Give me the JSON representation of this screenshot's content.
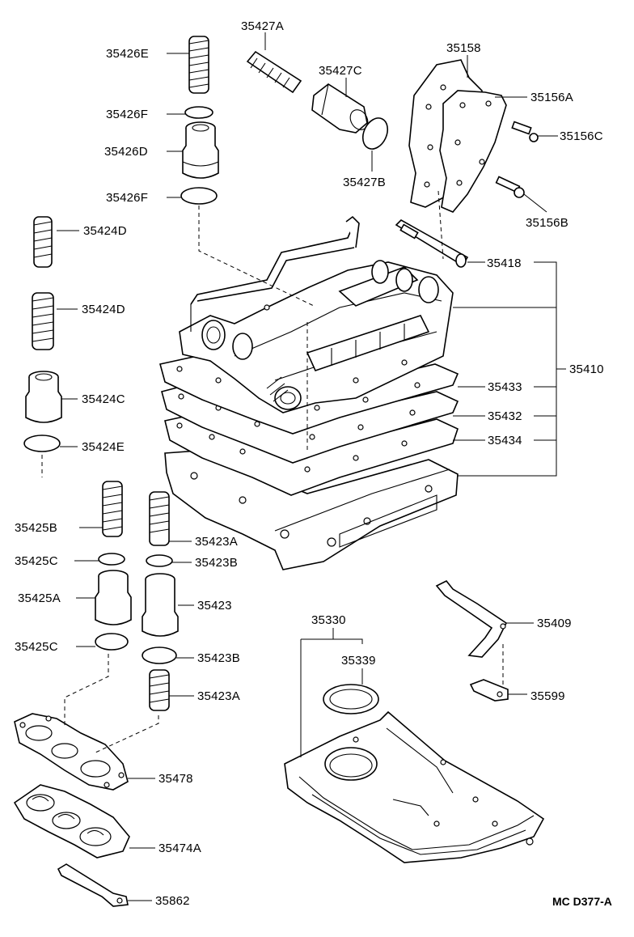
{
  "diagram": {
    "drawing_code": "MC D377-A",
    "labels": [
      {
        "id": "35427A",
        "text": "35427A"
      },
      {
        "id": "35426E",
        "text": "35426E"
      },
      {
        "id": "35427C",
        "text": "35427C"
      },
      {
        "id": "35158",
        "text": "35158"
      },
      {
        "id": "35156A",
        "text": "35156A"
      },
      {
        "id": "35426F-top",
        "text": "35426F"
      },
      {
        "id": "35156C",
        "text": "35156C"
      },
      {
        "id": "35426D",
        "text": "35426D"
      },
      {
        "id": "35427B",
        "text": "35427B"
      },
      {
        "id": "35426F-bottom",
        "text": "35426F"
      },
      {
        "id": "35156B",
        "text": "35156B"
      },
      {
        "id": "35424D-top",
        "text": "35424D"
      },
      {
        "id": "35418",
        "text": "35418"
      },
      {
        "id": "35424D-bottom",
        "text": "35424D"
      },
      {
        "id": "35410",
        "text": "35410"
      },
      {
        "id": "35433",
        "text": "35433"
      },
      {
        "id": "35424C",
        "text": "35424C"
      },
      {
        "id": "35432",
        "text": "35432"
      },
      {
        "id": "35434",
        "text": "35434"
      },
      {
        "id": "35424E",
        "text": "35424E"
      },
      {
        "id": "35425B",
        "text": "35425B"
      },
      {
        "id": "35423A-top",
        "text": "35423A"
      },
      {
        "id": "35425C-top",
        "text": "35425C"
      },
      {
        "id": "35423B-top",
        "text": "35423B"
      },
      {
        "id": "35425A",
        "text": "35425A"
      },
      {
        "id": "35423",
        "text": "35423"
      },
      {
        "id": "35330",
        "text": "35330"
      },
      {
        "id": "35409",
        "text": "35409"
      },
      {
        "id": "35425C-bottom",
        "text": "35425C"
      },
      {
        "id": "35423B-bottom",
        "text": "35423B"
      },
      {
        "id": "35339",
        "text": "35339"
      },
      {
        "id": "35423A-bottom",
        "text": "35423A"
      },
      {
        "id": "35599",
        "text": "35599"
      },
      {
        "id": "35478",
        "text": "35478"
      },
      {
        "id": "35474A",
        "text": "35474A"
      },
      {
        "id": "35862",
        "text": "35862"
      }
    ]
  }
}
